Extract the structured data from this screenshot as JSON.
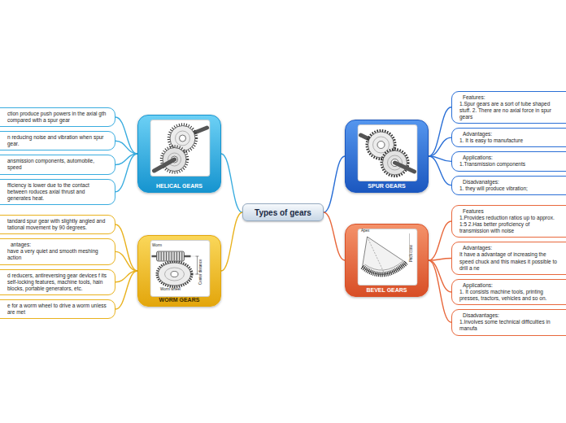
{
  "diagram": {
    "nodes": [
      {
        "text": [
          "Types of gears"
        ]
      },
      {
        "text": [
          "SPUR GEARS"
        ]
      },
      {
        "text": [
          "Features:",
          "1.Spur gears are a sort of tube shaped stuff. 2. There are no axial force in spur gears"
        ]
      },
      {
        "text": [
          "Advantages:",
          "1. It is easy to manufacture"
        ]
      },
      {
        "text": [
          "Applications:",
          "1.Transmission components"
        ]
      },
      {
        "text": [
          "Disadvanatges:",
          "1. they will produce vibration;"
        ]
      },
      {
        "text": [
          "BEVEL GEARS"
        ]
      },
      {
        "text": [
          "Features",
          "1.Provides reduction ratios up to approx. 1:5 2.Has better proficiency of transmission with noise"
        ]
      },
      {
        "text": [
          "Advantages:",
          "It have a advantage of increasing the speed chuck and this makes it possible to drill a ne"
        ]
      },
      {
        "text": [
          "Applications:",
          "1. It consists machine tools, printing presses, tractors, vehicles and so on."
        ]
      },
      {
        "text": [
          "Disadvantages:",
          "1.Involves some technical difficulties in manufa"
        ]
      },
      {
        "text": [
          "HELICAL GEARS"
        ]
      },
      {
        "text": [
          "ction produce push powers in the axial gth compared with a spur gear"
        ]
      },
      {
        "text": [
          "n reducing noise and vibration when spur gear."
        ]
      },
      {
        "text": [
          "ansmission components, automobile, speed"
        ]
      },
      {
        "text": [
          "fficiency is lower due to the contact between roduces axial thrust and generates heat."
        ]
      },
      {
        "text": [
          "WORM GEARS"
        ]
      },
      {
        "text": [
          "tandard spur gear with slightly angled and tational movement by 90 degrees."
        ]
      },
      {
        "text": [
          "antages:",
          "have a very quiet and smooth meshing action"
        ]
      },
      {
        "text": [
          "d reducers, antireversing gear devices f its self-locking features, machine tools, hain blocks, portable generators, etc."
        ]
      },
      {
        "text": [
          "e for a worm wheel to drive a worm unless are met"
        ]
      }
    ],
    "edges": [
      {
        "from": 0,
        "to": 1,
        "arrow": "none"
      },
      {
        "from": 0,
        "to": 6,
        "arrow": "none"
      },
      {
        "from": 0,
        "to": 11,
        "arrow": "none"
      },
      {
        "from": 0,
        "to": 16,
        "arrow": "none"
      },
      {
        "from": 1,
        "to": 2,
        "arrow": "none"
      },
      {
        "from": 1,
        "to": 3,
        "arrow": "none"
      },
      {
        "from": 1,
        "to": 4,
        "arrow": "none"
      },
      {
        "from": 1,
        "to": 5,
        "arrow": "none"
      },
      {
        "from": 6,
        "to": 7,
        "arrow": "none"
      },
      {
        "from": 6,
        "to": 8,
        "arrow": "none"
      },
      {
        "from": 6,
        "to": 9,
        "arrow": "none"
      },
      {
        "from": 6,
        "to": 10,
        "arrow": "none"
      },
      {
        "from": 11,
        "to": 12,
        "arrow": "none"
      },
      {
        "from": 11,
        "to": 13,
        "arrow": "none"
      },
      {
        "from": 11,
        "to": 14,
        "arrow": "none"
      },
      {
        "from": 11,
        "to": 15,
        "arrow": "none"
      },
      {
        "from": 16,
        "to": 17,
        "arrow": "none"
      },
      {
        "from": 16,
        "to": 18,
        "arrow": "none"
      },
      {
        "from": 16,
        "to": 19,
        "arrow": "none"
      },
      {
        "from": 16,
        "to": 20,
        "arrow": "none"
      }
    ],
    "labels": [
      "Apex",
      "Pitch cone",
      "Worm",
      "Center distance",
      "Worm wheel"
    ]
  }
}
